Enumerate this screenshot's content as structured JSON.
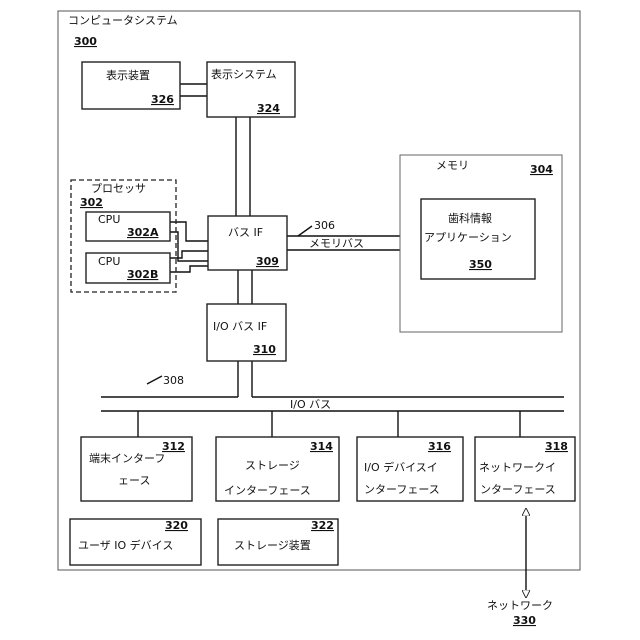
{
  "system": {
    "title": "コンピュータシステム",
    "ref": "300"
  },
  "display_device": {
    "label": "表示装置",
    "ref": "326"
  },
  "display_system": {
    "label": "表示システム",
    "ref": "324"
  },
  "processor": {
    "label": "プロセッサ",
    "ref": "302"
  },
  "cpu_a": {
    "label": "CPU",
    "ref": "302A"
  },
  "cpu_b": {
    "label": "CPU",
    "ref": "302B"
  },
  "bus_if": {
    "label": "バス IF",
    "ref": "309"
  },
  "memory_bus": {
    "label": "メモリバス",
    "ref": "306"
  },
  "memory": {
    "label": "メモリ",
    "ref": "304"
  },
  "dental_app": {
    "line1": "歯科情報",
    "line2": "アプリケーション",
    "ref": "350"
  },
  "io_bus_if": {
    "label": "I/O バス IF",
    "ref": "310"
  },
  "io_bus": {
    "label": "I/O バス",
    "ref": "308"
  },
  "terminal_if": {
    "line1": "端末インターフ",
    "line2": "ェース",
    "ref": "312"
  },
  "storage_if": {
    "line1": "ストレージ",
    "line2": "インターフェース",
    "ref": "314"
  },
  "io_device_if": {
    "line1": "I/O デバイスイ",
    "line2": "ンターフェース",
    "ref": "316"
  },
  "network_if": {
    "line1": "ネットワークイ",
    "line2": "ンターフェース",
    "ref": "318"
  },
  "user_io": {
    "label": "ユーザ IO デバイス",
    "ref": "320"
  },
  "storage_device": {
    "label": "ストレージ装置",
    "ref": "322"
  },
  "network": {
    "label": "ネットワーク",
    "ref": "330"
  }
}
